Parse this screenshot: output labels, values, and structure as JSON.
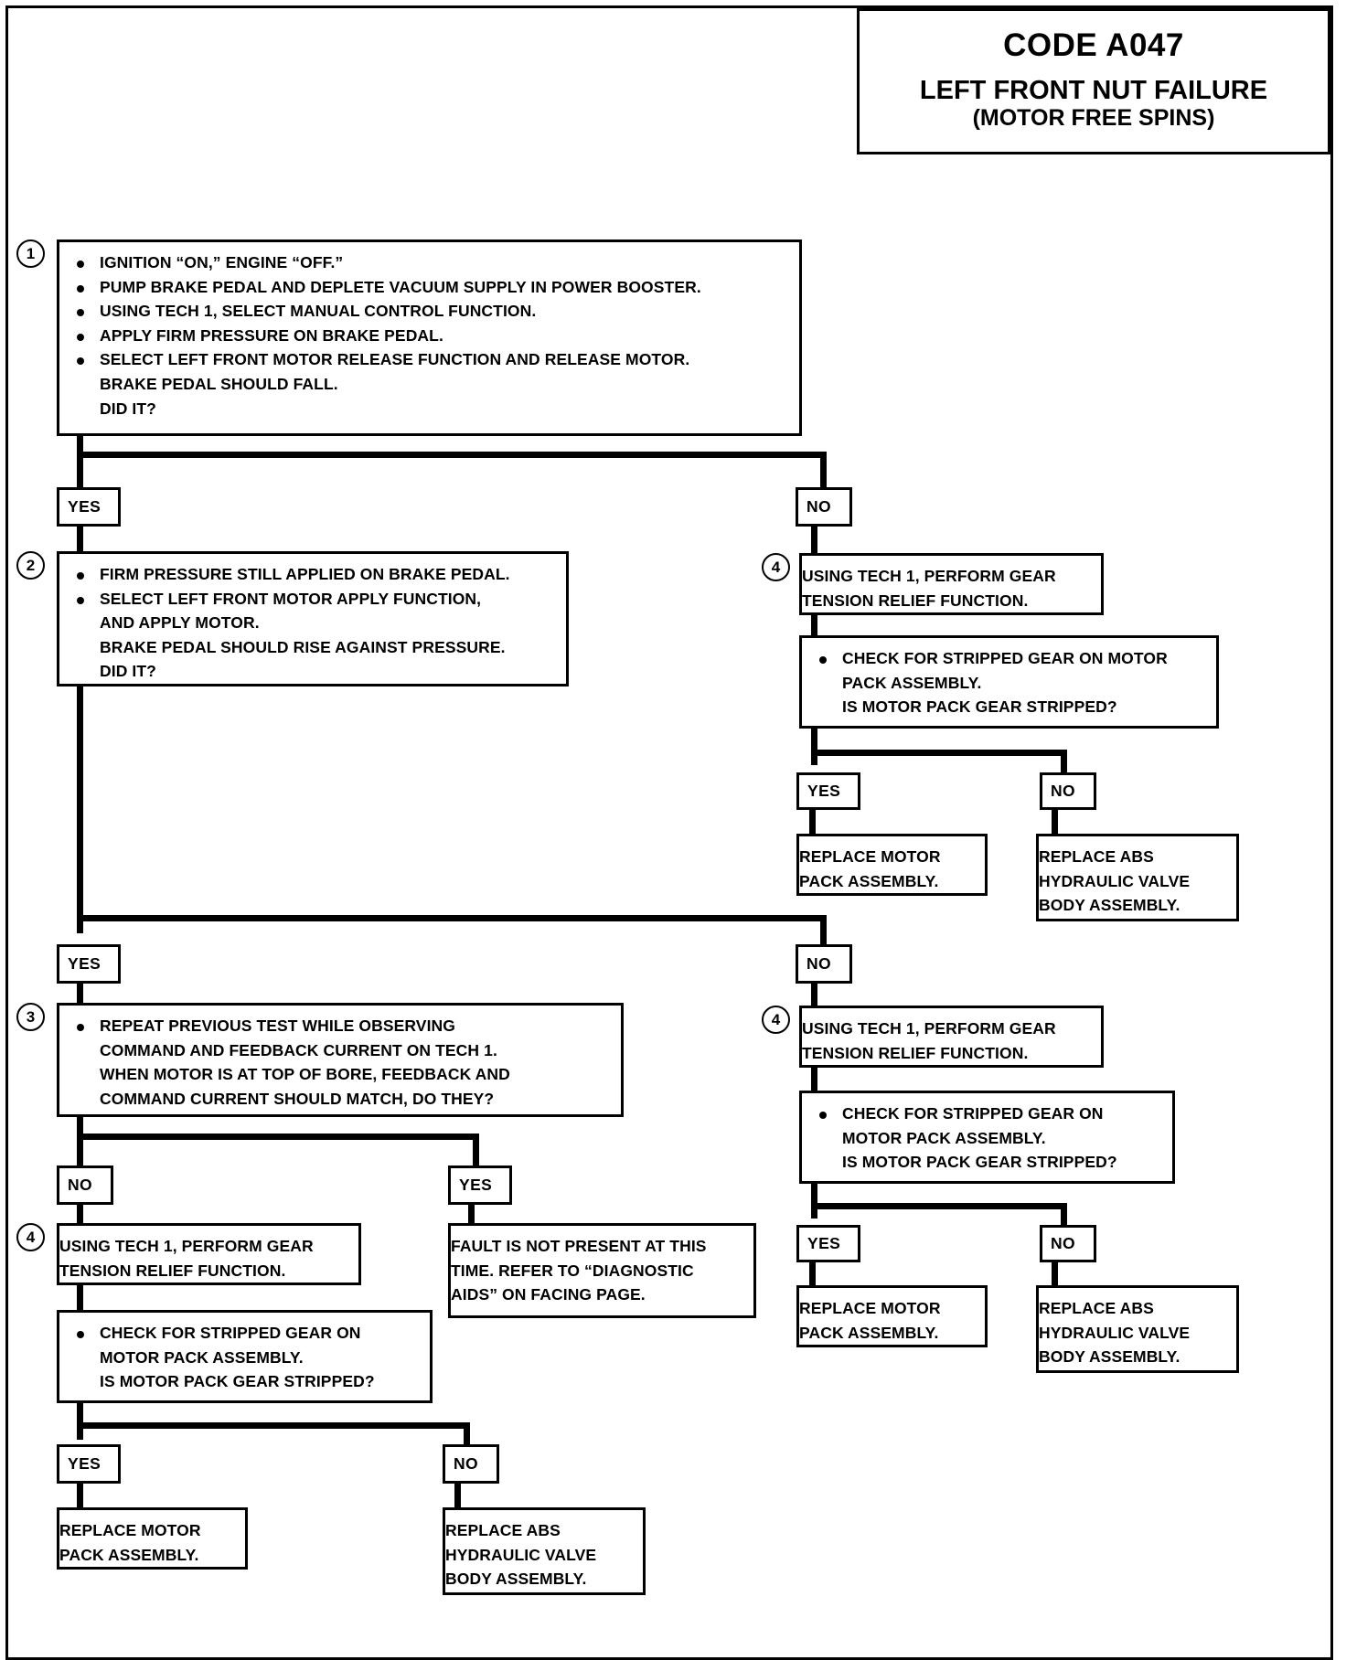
{
  "header": {
    "code": "CODE A047",
    "title": "LEFT FRONT NUT FAILURE",
    "subtitle": "(MOTOR FREE SPINS)"
  },
  "labels": {
    "yes": "YES",
    "no": "NO"
  },
  "steps": {
    "s1": {
      "num": "1",
      "lines": [
        "IGNITION “ON,” ENGINE “OFF.”",
        "PUMP BRAKE PEDAL AND DEPLETE VACUUM SUPPLY IN POWER BOOSTER.",
        "USING TECH 1, SELECT MANUAL CONTROL FUNCTION.",
        "APPLY FIRM PRESSURE ON BRAKE PEDAL.",
        "SELECT LEFT FRONT MOTOR RELEASE FUNCTION AND RELEASE MOTOR.",
        "BRAKE PEDAL SHOULD FALL.",
        "DID IT?"
      ]
    },
    "s2": {
      "num": "2",
      "lines": [
        "FIRM PRESSURE STILL APPLIED ON BRAKE PEDAL.",
        "SELECT LEFT FRONT MOTOR APPLY FUNCTION,",
        "AND APPLY MOTOR.",
        "BRAKE PEDAL SHOULD RISE AGAINST PRESSURE.",
        "DID IT?"
      ]
    },
    "s3": {
      "num": "3",
      "lines": [
        "REPEAT PREVIOUS TEST WHILE OBSERVING",
        "COMMAND AND FEEDBACK CURRENT ON TECH 1.",
        "WHEN MOTOR IS AT TOP OF BORE, FEEDBACK AND",
        "COMMAND CURRENT SHOULD MATCH, DO THEY?"
      ]
    },
    "s4a": {
      "num": "4",
      "lines": [
        "USING TECH 1, PERFORM GEAR",
        "TENSION RELIEF FUNCTION."
      ]
    },
    "s4b": {
      "num": "4",
      "lines": [
        "USING TECH 1, PERFORM GEAR",
        "TENSION RELIEF FUNCTION."
      ]
    },
    "s4c": {
      "num": "4",
      "lines": [
        "USING TECH 1, PERFORM GEAR",
        "TENSION RELIEF FUNCTION."
      ]
    }
  },
  "checks": {
    "c_a": {
      "lines": [
        "CHECK FOR STRIPPED GEAR ON MOTOR",
        "PACK ASSEMBLY.",
        "IS MOTOR PACK GEAR STRIPPED?"
      ]
    },
    "c_b": {
      "lines": [
        "CHECK FOR STRIPPED GEAR ON",
        "MOTOR PACK ASSEMBLY.",
        "IS MOTOR PACK GEAR STRIPPED?"
      ]
    },
    "c_c": {
      "lines": [
        "CHECK FOR STRIPPED GEAR ON",
        "MOTOR PACK ASSEMBLY.",
        "IS MOTOR PACK GEAR STRIPPED?"
      ]
    }
  },
  "results": {
    "motor_pack_a": {
      "lines": [
        "REPLACE MOTOR",
        "PACK ASSEMBLY."
      ]
    },
    "abs_valve_a": {
      "lines": [
        "REPLACE ABS",
        "HYDRAULIC VALVE",
        "BODY ASSEMBLY."
      ]
    },
    "motor_pack_b": {
      "lines": [
        "REPLACE MOTOR",
        "PACK ASSEMBLY."
      ]
    },
    "abs_valve_b": {
      "lines": [
        "REPLACE ABS",
        "HYDRAULIC VALVE",
        "BODY ASSEMBLY."
      ]
    },
    "motor_pack_c": {
      "lines": [
        "REPLACE MOTOR",
        "PACK ASSEMBLY."
      ]
    },
    "abs_valve_c": {
      "lines": [
        "REPLACE ABS",
        "HYDRAULIC VALVE",
        "BODY ASSEMBLY."
      ]
    },
    "fault_not_present": {
      "lines": [
        "FAULT IS NOT PRESENT AT THIS",
        "TIME.  REFER TO “DIAGNOSTIC",
        "AIDS” ON FACING PAGE."
      ]
    }
  }
}
